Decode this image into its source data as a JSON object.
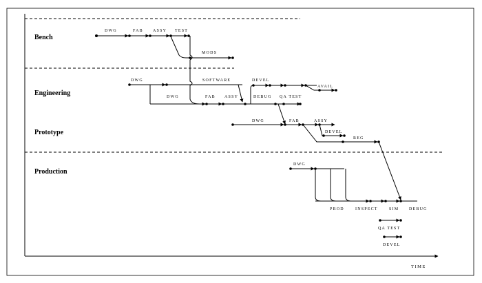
{
  "lanes": [
    "Bench",
    "Engineering",
    "Prototype",
    "Production"
  ],
  "axis": {
    "x_label": "TIME"
  },
  "milestones": {
    "bench_dwg": "DWG",
    "bench_fab": "FAB",
    "bench_assy": "ASSY",
    "bench_test": "TEST",
    "bench_mods": "MODS",
    "eng_dwg1": "DWG",
    "eng_software": "SOFTWARE",
    "eng_devel": "DEVEL",
    "eng_avail": "AVAIL",
    "eng_dwg2": "DWG",
    "eng_fab": "FAB",
    "eng_assy": "ASSY",
    "eng_debug": "DEBUG",
    "eng_qatest": "QA TEST",
    "proto_dwg": "DWG",
    "proto_fab": "FAB",
    "proto_assy": "ASSY",
    "proto_devel": "DEVEL",
    "proto_reg": "REG",
    "prod_dwg": "DWG",
    "prod_prod": "PROD",
    "prod_inspect": "INSPECT",
    "prod_sim": "SIM",
    "prod_debug": "DEBUG",
    "prod_qatest": "QA TEST",
    "prod_devel": "DEVEL"
  }
}
